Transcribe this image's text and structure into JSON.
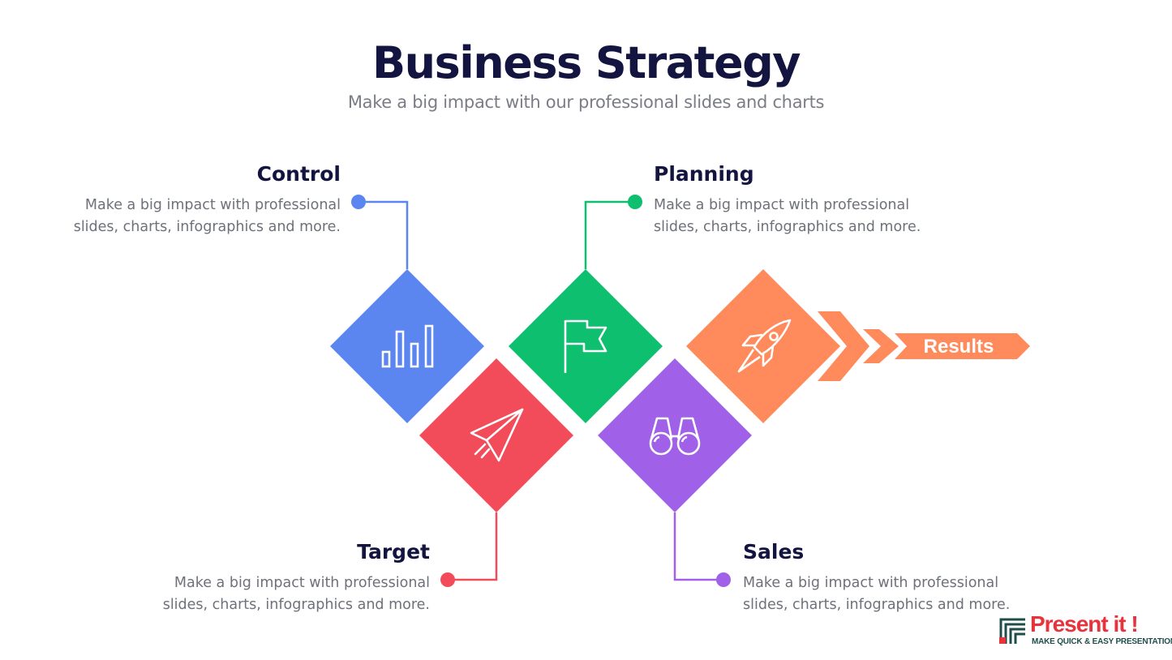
{
  "header": {
    "title": "Business Strategy",
    "subtitle": "Make a big impact with our professional slides and charts"
  },
  "steps": [
    {
      "heading": "Control",
      "description_line1": "Make a big impact with professional",
      "description_line2": "slides, charts, infographics and more.",
      "icon": "bar-chart-icon",
      "color": "#5B86F0"
    },
    {
      "heading": "Target",
      "description_line1": "Make a big impact with professional",
      "description_line2": "slides, charts, infographics and more.",
      "icon": "paper-plane-icon",
      "color": "#F24B5A"
    },
    {
      "heading": "Planning",
      "description_line1": "Make a big impact with professional",
      "description_line2": "slides, charts, infographics and more.",
      "icon": "flag-icon",
      "color": "#0DBF6E"
    },
    {
      "heading": "Sales",
      "description_line1": "Make a big impact with professional",
      "description_line2": "slides, charts, infographics and more.",
      "icon": "binoculars-icon",
      "color": "#A060E8"
    }
  ],
  "results": {
    "label": "Results",
    "icon": "rocket-icon",
    "color": "#FF8A5C"
  },
  "logo": {
    "title": "Present it !",
    "tagline": "MAKE QUICK & EASY PRESENTATIONS"
  }
}
